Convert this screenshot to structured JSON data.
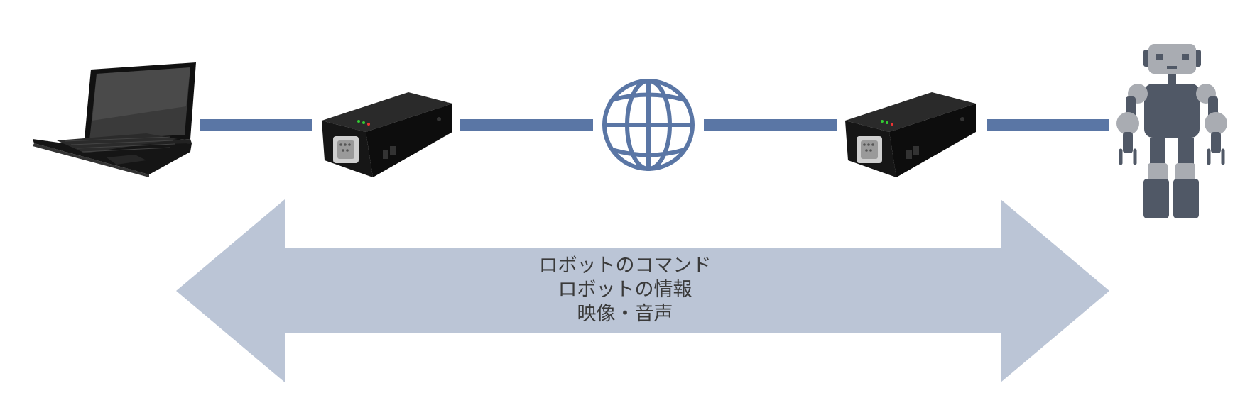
{
  "diagram": {
    "colors": {
      "link": "#5a76a5",
      "arrow": "#bbc5d6",
      "device": "#1c1c1c",
      "robot_dark": "#505866",
      "robot_light": "#a9acb2",
      "text": "#3a3a3a"
    },
    "nodes": [
      {
        "id": "laptop",
        "icon": "laptop-icon"
      },
      {
        "id": "serial-gateway-left",
        "icon": "serial-gateway-icon"
      },
      {
        "id": "internet",
        "icon": "globe-icon"
      },
      {
        "id": "serial-gateway-right",
        "icon": "serial-gateway-icon"
      },
      {
        "id": "robot",
        "icon": "robot-icon"
      }
    ],
    "arrow": {
      "type": "bidirectional",
      "labels": [
        "ロボットのコマンド",
        "ロボットの情報",
        "映像・音声"
      ]
    }
  }
}
